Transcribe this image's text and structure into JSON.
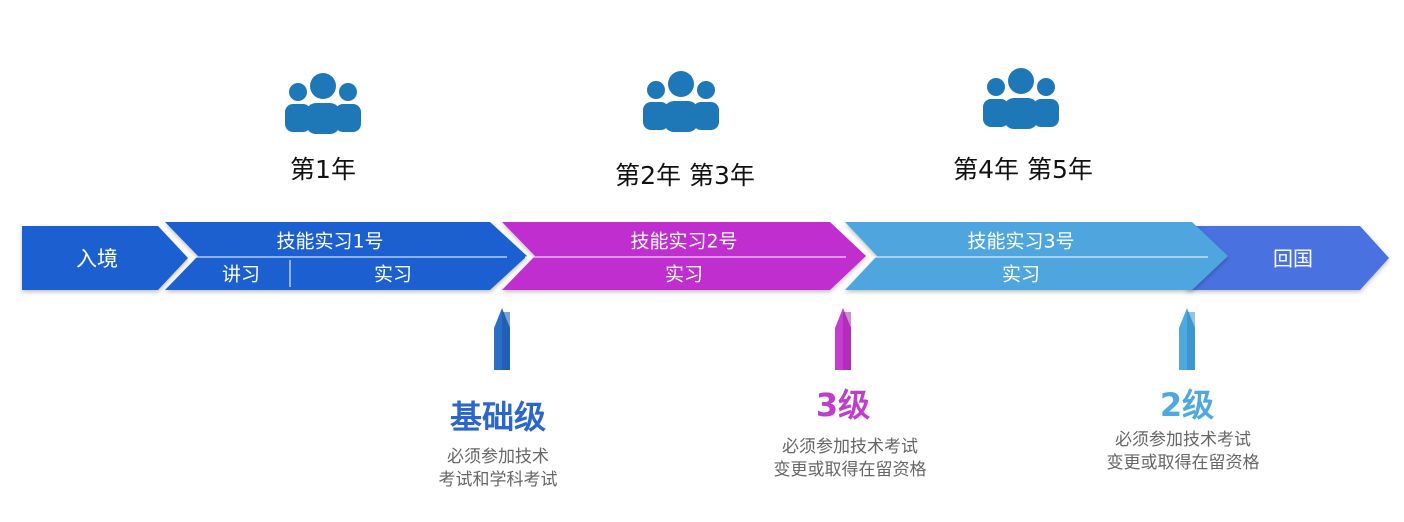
{
  "colors": {
    "blue_dark": "#1a5fd0",
    "magenta": "#c02ed0",
    "light_blue": "#4fa6de",
    "return_blue": "#4a72e0",
    "people_icon": "#1e78b8",
    "level_basic": "#2a66cc",
    "level_3": "#c03ccc",
    "level_2": "#4ea9e0"
  },
  "icons": [
    "people-icon",
    "people-icon",
    "people-icon"
  ],
  "timeline": {
    "entry": "入境",
    "return": "回国",
    "stage1": {
      "title": "技能实习1号",
      "sub_left": "讲习",
      "sub_right": "实习"
    },
    "stage2": {
      "title": "技能实习2号",
      "sub": "实习"
    },
    "stage3": {
      "title": "技能实习3号",
      "sub": "实习"
    }
  },
  "years": [
    "第1年",
    "第2年  第3年",
    "第4年  第5年"
  ],
  "levels": [
    {
      "name": "基础级",
      "lines": [
        "必须参加技术",
        "考试和学科考试"
      ]
    },
    {
      "name": "3级",
      "lines": [
        "必须参加技术考试",
        "变更或取得在留资格"
      ]
    },
    {
      "name": "2级",
      "lines": [
        "必须参加技术考试",
        "变更或取得在留资格"
      ]
    }
  ]
}
